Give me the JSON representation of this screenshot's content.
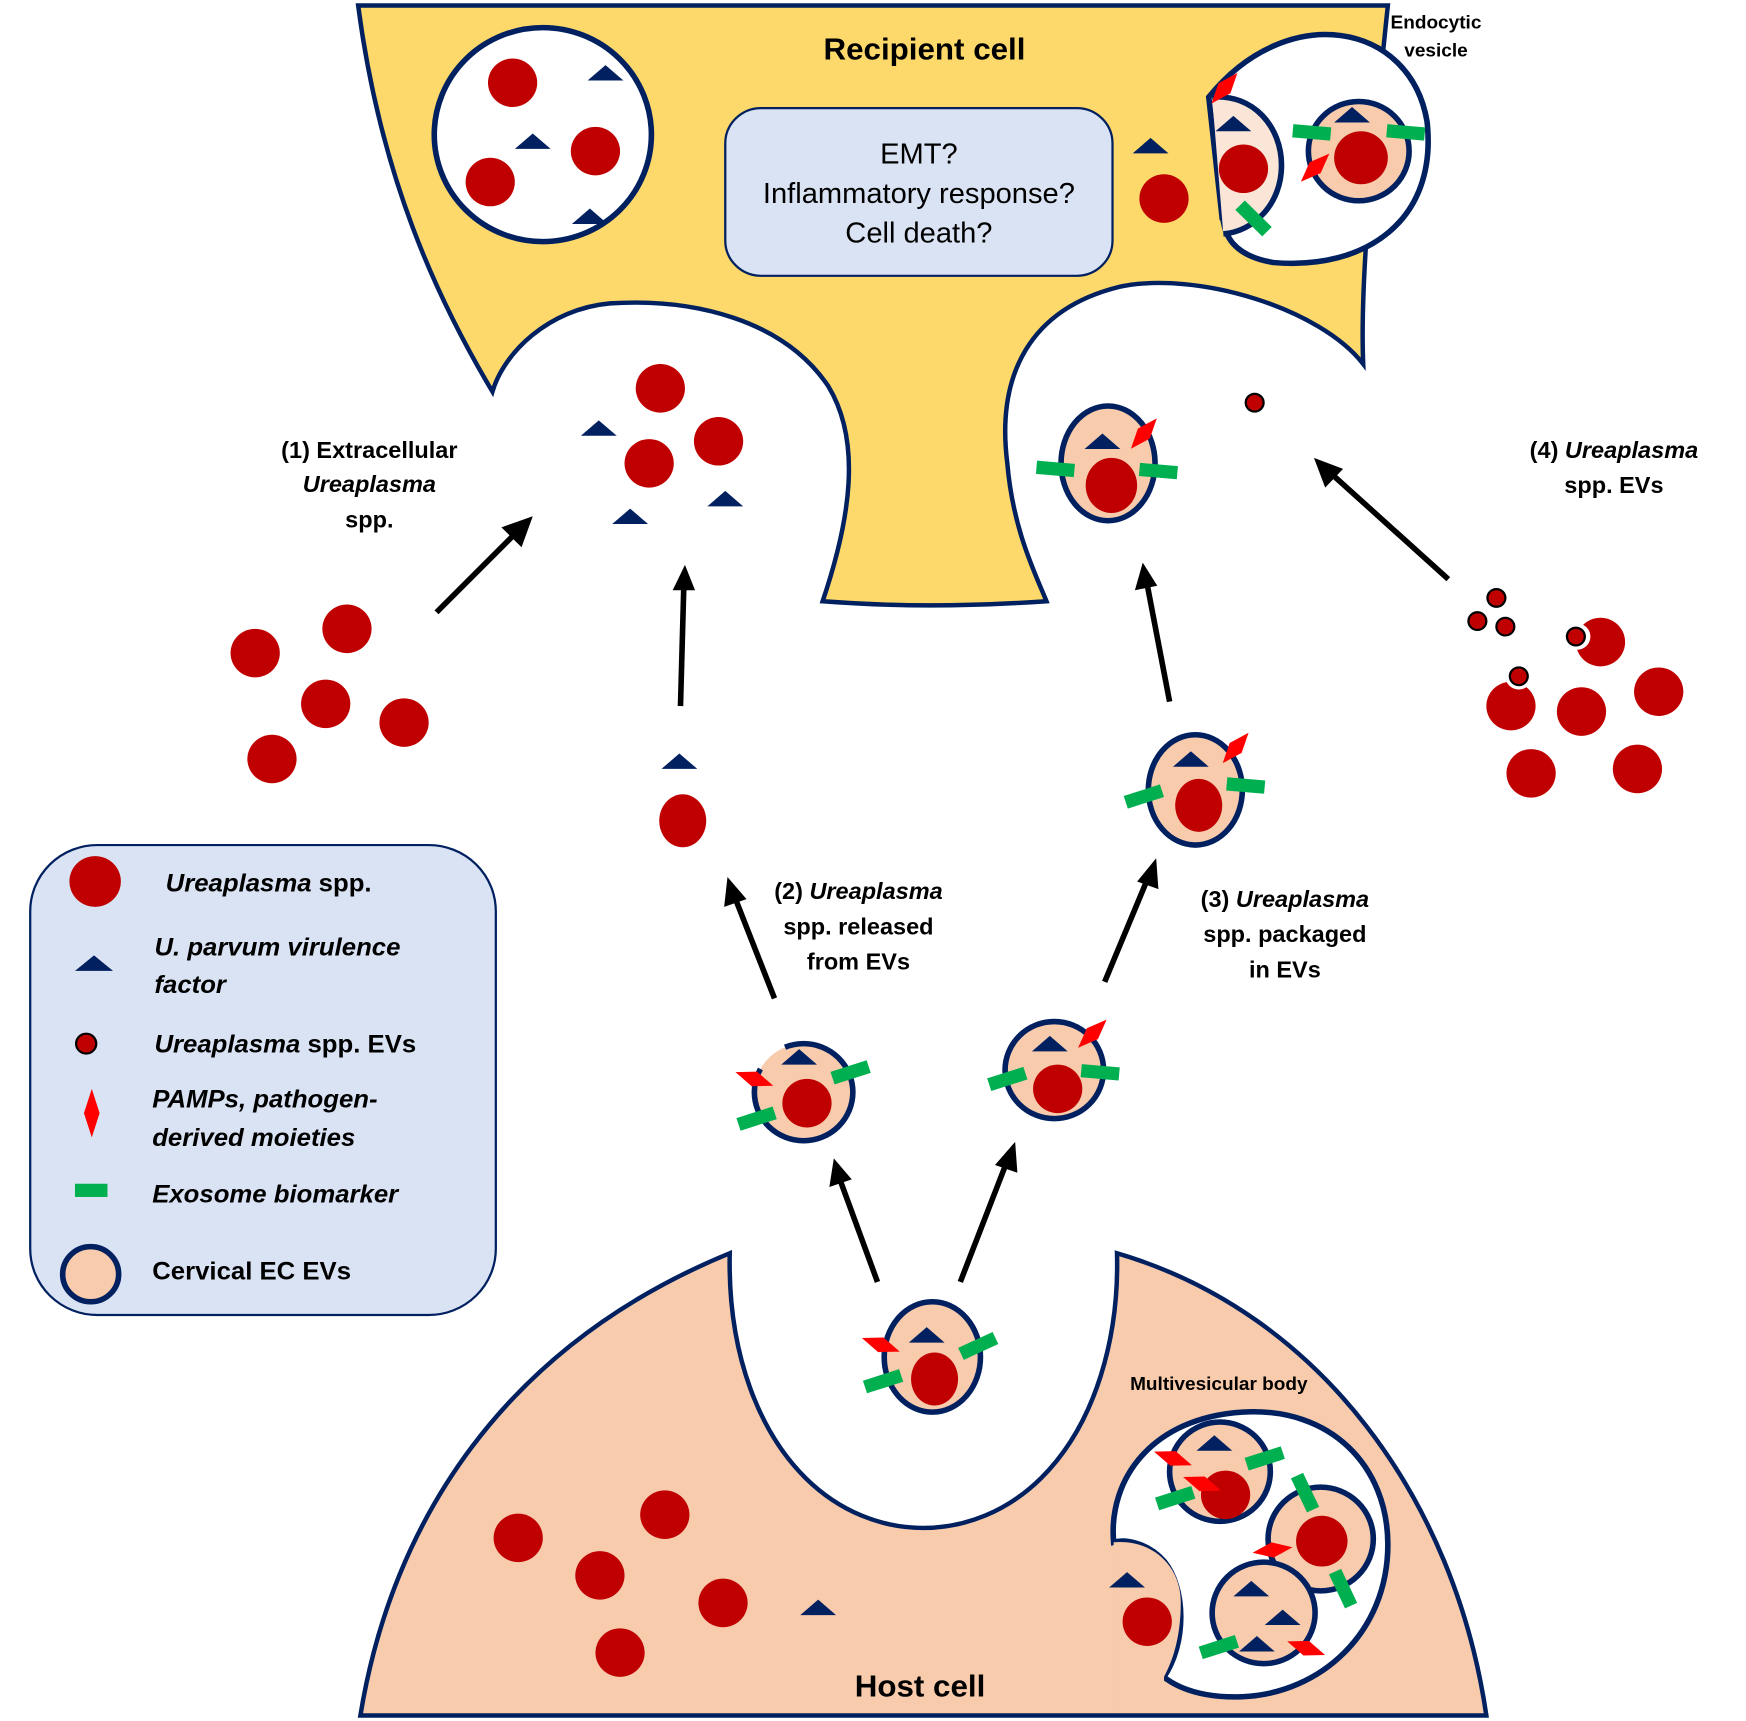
{
  "recipient_cell": {
    "title": "Recipient cell",
    "endocytic_label_line1": "Endocytic",
    "endocytic_label_line2": "vesicle",
    "question_box": {
      "line1": "EMT?",
      "line2": "Inflammatory response?",
      "line3": "Cell death?"
    }
  },
  "host_cell": {
    "title": "Host cell",
    "mvb_label": "Multivesicular body"
  },
  "pathways": [
    {
      "num": "(1)",
      "line1_rest": "Extracellular",
      "line2_italic": "Ureaplasma",
      "line3": "spp."
    },
    {
      "num": "(2)",
      "line1_italic": "Ureaplasma",
      "line2": "spp. released",
      "line3": "from EVs"
    },
    {
      "num": "(3)",
      "line1_italic": "Ureaplasma",
      "line2": "spp. packaged",
      "line3": "in EVs"
    },
    {
      "num": "(4)",
      "line1_italic": "Ureaplasma",
      "line2": "spp. EVs"
    }
  ],
  "legend": {
    "items": [
      {
        "symbol": "ureaplasma-circle",
        "italic": "Ureaplasma",
        "rest": " spp."
      },
      {
        "symbol": "virulence-triangle",
        "line1": "U. parvum virulence",
        "line2": "factor"
      },
      {
        "symbol": "ev-small-circle",
        "italic": "Ureaplasma",
        "rest": " spp. EVs"
      },
      {
        "symbol": "pamp-diamond",
        "line1": "PAMPs, pathogen-",
        "line2": "derived moieties"
      },
      {
        "symbol": "exosome-bar",
        "line1": "Exosome biomarker"
      },
      {
        "symbol": "cervical-ev-circle",
        "line1": "Cervical EC EVs"
      }
    ]
  },
  "colors": {
    "recipient_cell": "#FDD86A",
    "host_cell": "#F8CBAD",
    "outline": "#002060",
    "ureaplasma": "#C00000",
    "virulence": "#002060",
    "pamp": "#FF0000",
    "biomarker": "#00B050",
    "legend_bg": "#DAE3F3",
    "endosome_light": "#FBE5D6"
  }
}
